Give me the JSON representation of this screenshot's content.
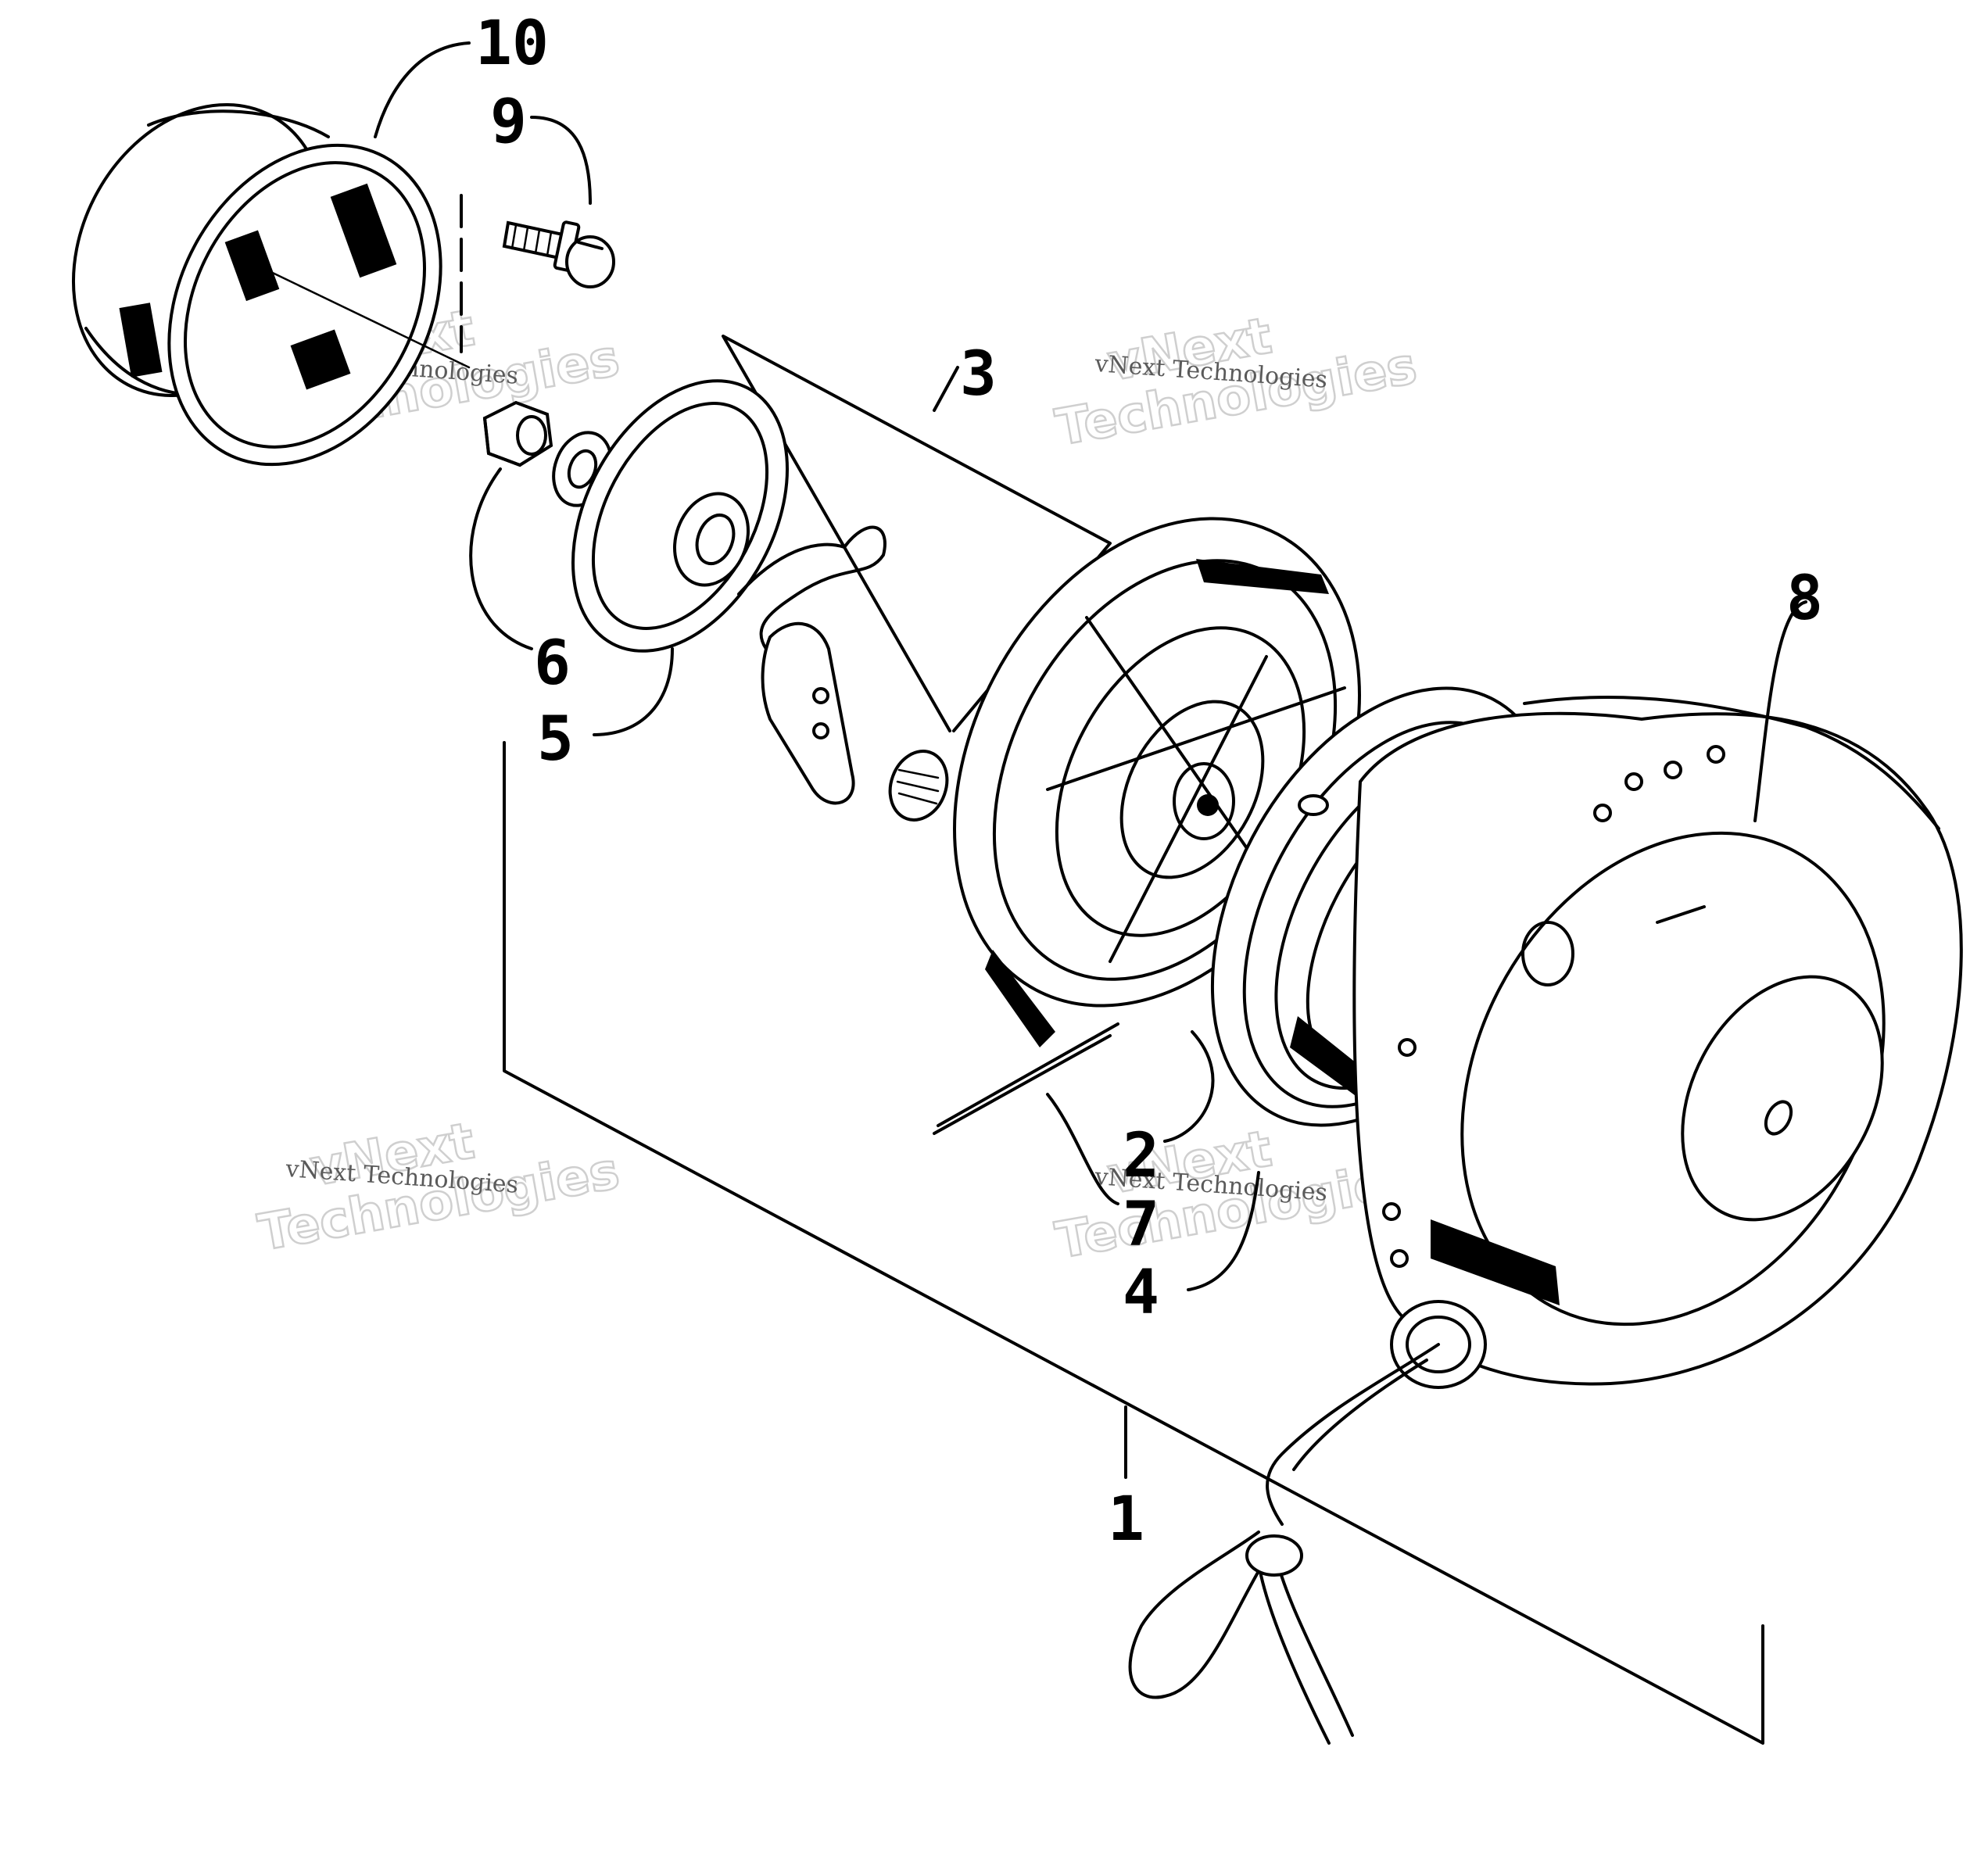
{
  "diagram": {
    "callouts": [
      {
        "id": "10",
        "text": "10"
      },
      {
        "id": "9",
        "text": "9"
      },
      {
        "id": "3",
        "text": "3"
      },
      {
        "id": "8",
        "text": "8"
      },
      {
        "id": "6",
        "text": "6"
      },
      {
        "id": "5",
        "text": "5"
      },
      {
        "id": "2",
        "text": "2"
      },
      {
        "id": "7",
        "text": "7"
      },
      {
        "id": "4",
        "text": "4"
      },
      {
        "id": "1",
        "text": "1"
      }
    ],
    "watermark": {
      "brand_line1": "vNext",
      "brand_line2": "Technologies",
      "caption": "vNext Technologies"
    }
  }
}
